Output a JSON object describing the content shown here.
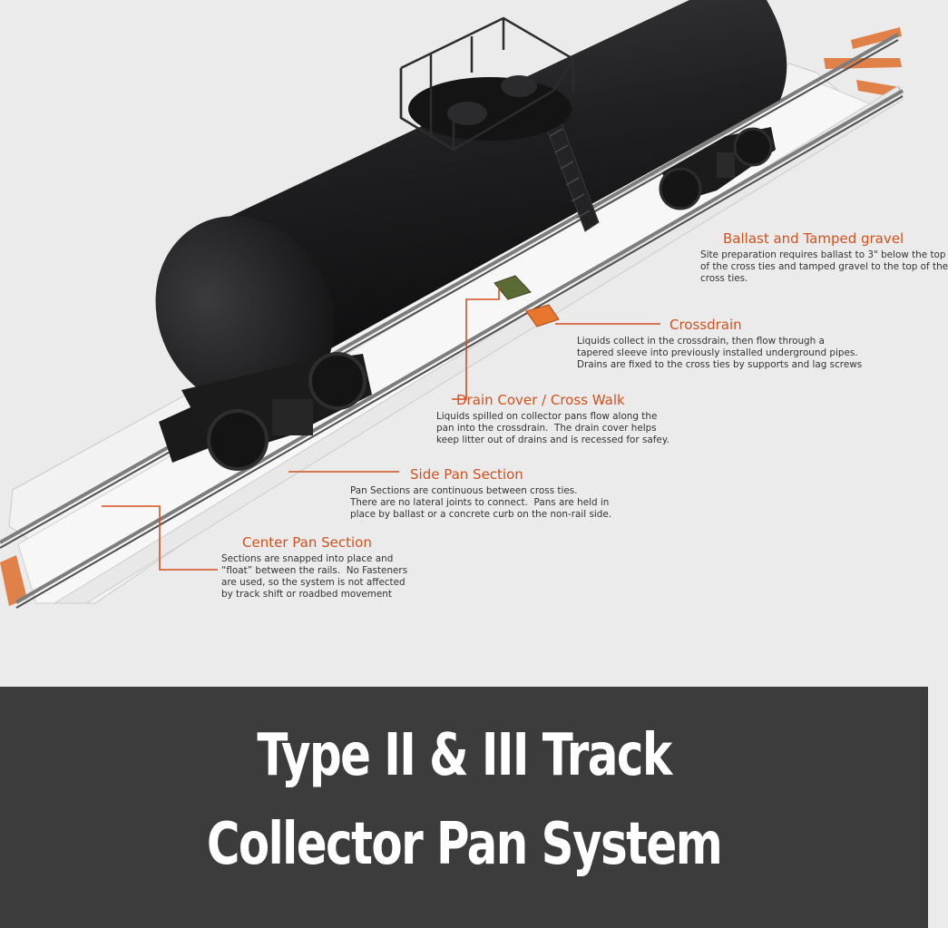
{
  "colors": {
    "accent": "#d2501e",
    "tank": "#1c1c1e",
    "pan": "#f4f4f4",
    "banner_bg": "#3c3c3c",
    "tie": "#e0814a"
  },
  "callouts": {
    "ballast": {
      "title": "Ballast and Tamped gravel",
      "text": "Site preparation requires ballast to 3\" below the top\nof the cross ties and tamped gravel to the top of the\ncross ties."
    },
    "crossdrain": {
      "title": "Crossdrain",
      "text": "Liquids collect in the crossdrain, then flow through a\ntapered sleeve into previously installed underground pipes.\nDrains are fixed to the cross ties by supports and lag screws"
    },
    "drain_cover": {
      "title": "Drain Cover / Cross Walk",
      "text": "Liquids spilled on collector pans flow along the\npan into the crossdrain.  The drain cover helps\nkeep litter out of drains and is recessed for safey."
    },
    "side_pan": {
      "title": "Side Pan Section",
      "text": "Pan Sections are continuous between cross ties.\nThere are no lateral joints to connect.  Pans are held in\nplace by ballast or a concrete curb on the non-rail side."
    },
    "center_pan": {
      "title": "Center Pan Section",
      "text": "Sections are snapped into place and\n“float” between the rails.  No Fasteners\nare used, so the system is not affected\nby track shift or roadbed movement"
    }
  },
  "banner": {
    "line1": "Type II & III Track",
    "line2": "Collector Pan System"
  }
}
